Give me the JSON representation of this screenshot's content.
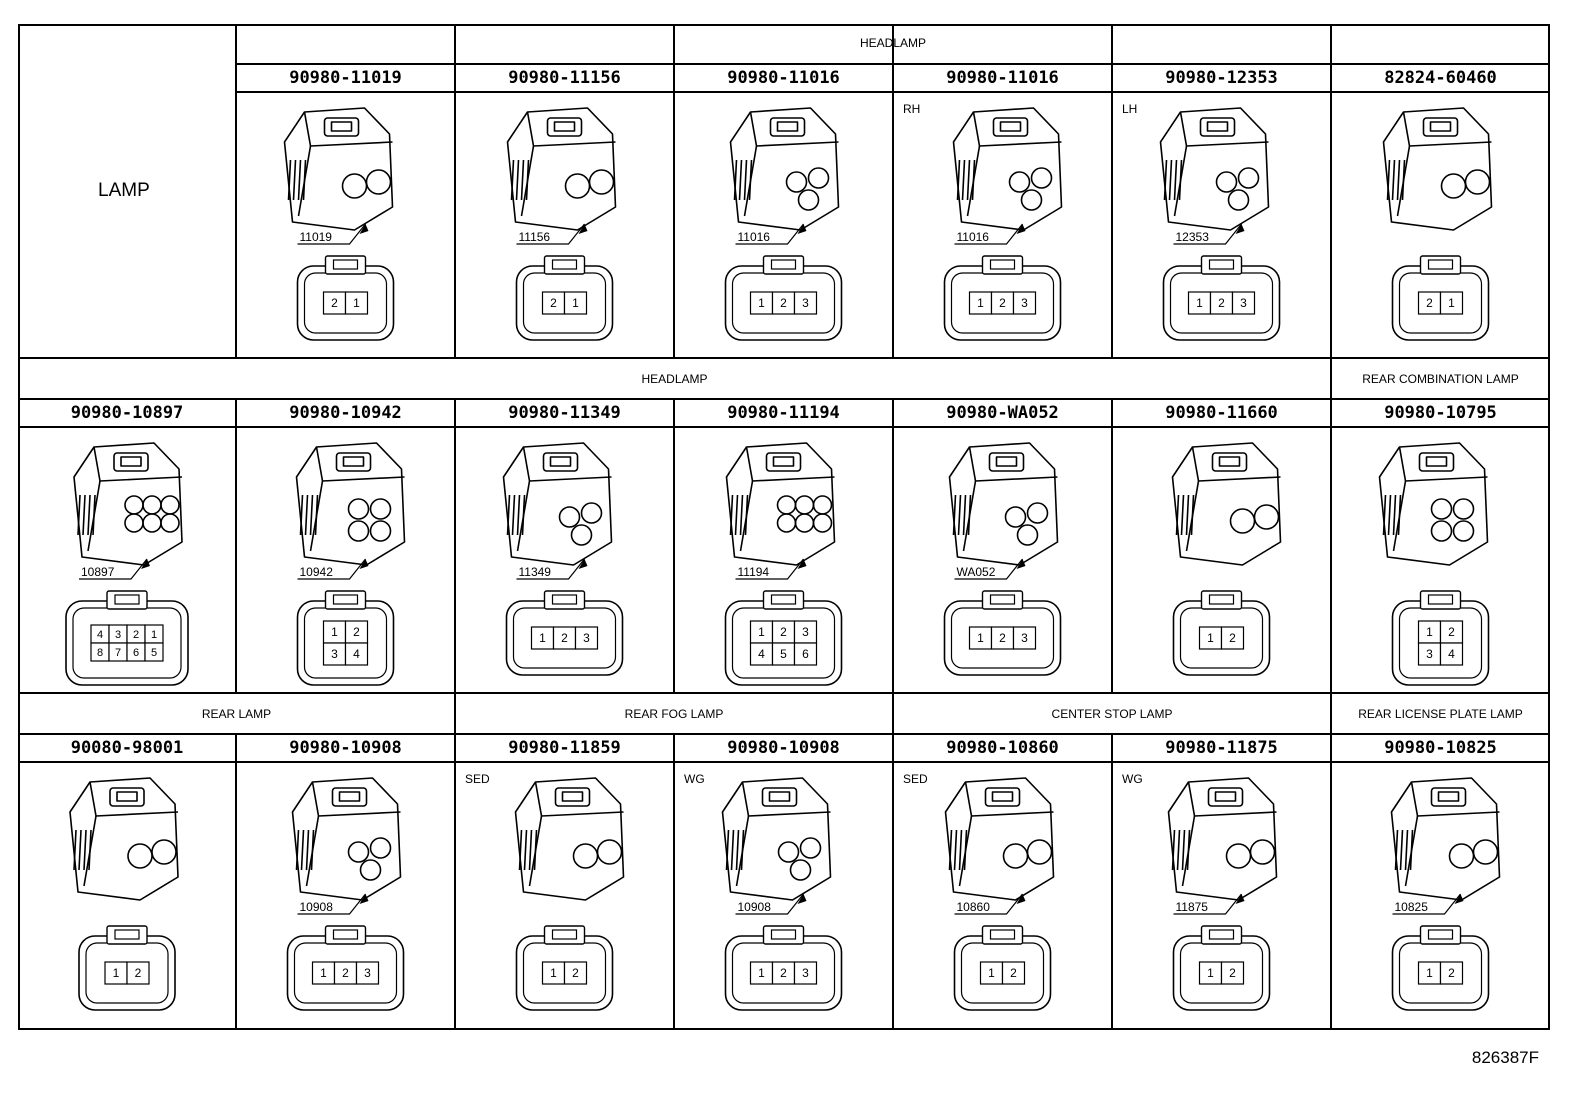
{
  "row_header": "LAMP",
  "sections": [
    {
      "label": "HEADLAMP"
    },
    {
      "label": "HEADLAMP"
    },
    {
      "label": "REAR COMBINATION LAMP"
    },
    {
      "label": "REAR LAMP"
    },
    {
      "label": "REAR FOG LAMP"
    },
    {
      "label": "CENTER STOP LAMP"
    },
    {
      "label": "REAR LICENSE PLATE LAMP"
    }
  ],
  "connectors": [
    {
      "part": "90980-11019",
      "callout": "11019",
      "variant": "",
      "pins": [
        "2",
        "1"
      ]
    },
    {
      "part": "90980-11156",
      "callout": "11156",
      "variant": "",
      "pins": [
        "2",
        "1"
      ]
    },
    {
      "part": "90980-11016",
      "callout": "11016",
      "variant": "",
      "pins": [
        "1",
        "2",
        "3"
      ]
    },
    {
      "part": "90980-11016",
      "callout": "11016",
      "variant": "RH",
      "pins": [
        "1",
        "2",
        "3"
      ]
    },
    {
      "part": "90980-12353",
      "callout": "12353",
      "variant": "LH",
      "pins": [
        "1",
        "2",
        "3"
      ]
    },
    {
      "part": "82824-60460",
      "callout": "",
      "variant": "",
      "pins": [
        "2",
        "1"
      ]
    },
    {
      "part": "90980-10897",
      "callout": "10897",
      "variant": "",
      "pins": [
        "4",
        "3",
        "2",
        "1",
        "8",
        "7",
        "6",
        "5"
      ]
    },
    {
      "part": "90980-10942",
      "callout": "10942",
      "variant": "",
      "pins": [
        "1",
        "2",
        "3",
        "4"
      ]
    },
    {
      "part": "90980-11349",
      "callout": "11349",
      "variant": "",
      "pins": [
        "1",
        "2",
        "3"
      ]
    },
    {
      "part": "90980-11194",
      "callout": "11194",
      "variant": "",
      "pins": [
        "1",
        "2",
        "3",
        "4",
        "5",
        "6"
      ]
    },
    {
      "part": "90980-WA052",
      "callout": "WA052",
      "variant": "",
      "pins": [
        "1",
        "2",
        "3"
      ]
    },
    {
      "part": "90980-11660",
      "callout": "",
      "variant": "",
      "pins": [
        "1",
        "2"
      ]
    },
    {
      "part": "90980-10795",
      "callout": "",
      "variant": "",
      "pins": [
        "1",
        "2",
        "3",
        "4"
      ]
    },
    {
      "part": "90080-98001",
      "callout": "",
      "variant": "",
      "pins": [
        "1",
        "2"
      ]
    },
    {
      "part": "90980-10908",
      "callout": "10908",
      "variant": "",
      "pins": [
        "1",
        "2",
        "3"
      ]
    },
    {
      "part": "90980-11859",
      "callout": "",
      "variant": "SED",
      "pins": [
        "1",
        "2"
      ]
    },
    {
      "part": "90980-10908",
      "callout": "10908",
      "variant": "WG",
      "pins": [
        "1",
        "2",
        "3"
      ]
    },
    {
      "part": "90980-10860",
      "callout": "10860",
      "variant": "SED",
      "pins": [
        "1",
        "2"
      ]
    },
    {
      "part": "90980-11875",
      "callout": "11875",
      "variant": "WG",
      "pins": [
        "1",
        "2"
      ]
    },
    {
      "part": "90980-10825",
      "callout": "10825",
      "variant": "",
      "pins": [
        "1",
        "2"
      ]
    }
  ],
  "drawing_ref": "826387F"
}
